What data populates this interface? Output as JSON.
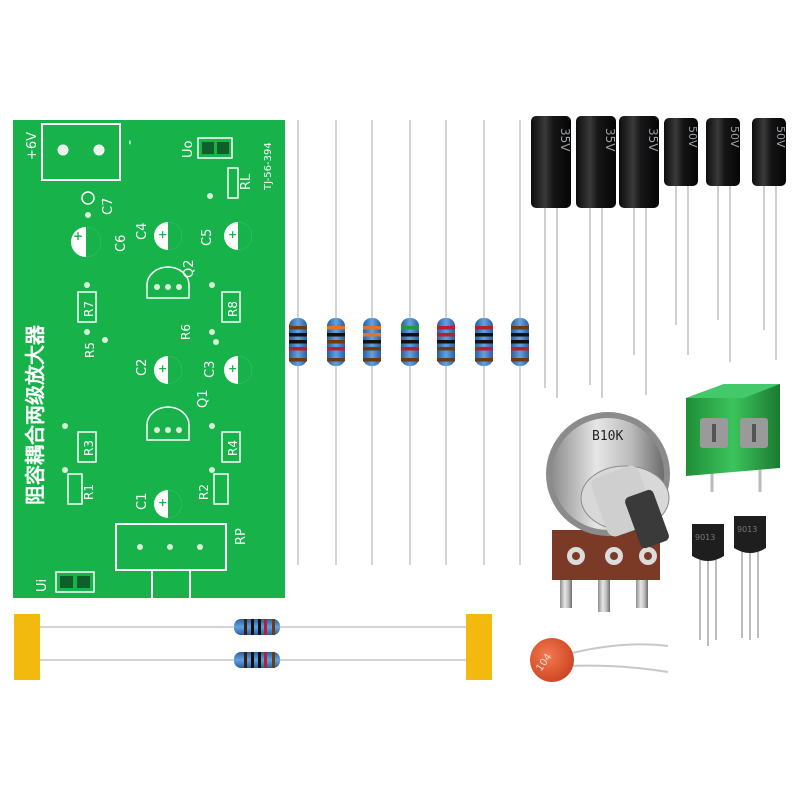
{
  "pcb": {
    "title": "阻容耦合两级放大器",
    "board_code": "TJ-56-394",
    "labels": {
      "plus6v": "+6V",
      "minus": "-",
      "uo": "Uo",
      "rl": "RL",
      "ui": "Ui",
      "rp": "RP",
      "c1": "C1",
      "c2": "C2",
      "c3": "C3",
      "c4": "C4",
      "c5": "C5",
      "c6": "C6",
      "c7": "C7",
      "q1": "Q1",
      "q2": "Q2",
      "r1": "R1",
      "r2": "R2",
      "r3": "R3",
      "r4": "R4",
      "r5": "R5",
      "r6": "R6",
      "r7": "R7",
      "r8": "R8"
    },
    "board_color": "#17b34a"
  },
  "capacitor_markings": {
    "large": "35V",
    "small": "50V"
  },
  "potentiometer": {
    "marking": "B10K"
  },
  "ceramic_cap": {
    "marking": "104"
  },
  "transistors": {
    "marking": "9013"
  },
  "colors": {
    "resistor_body": "#3d7fc9",
    "ceramic": "#e0552d",
    "terminal": "#2fa84a",
    "pot_base": "#7a3a26",
    "tape": "#f2b90f"
  }
}
